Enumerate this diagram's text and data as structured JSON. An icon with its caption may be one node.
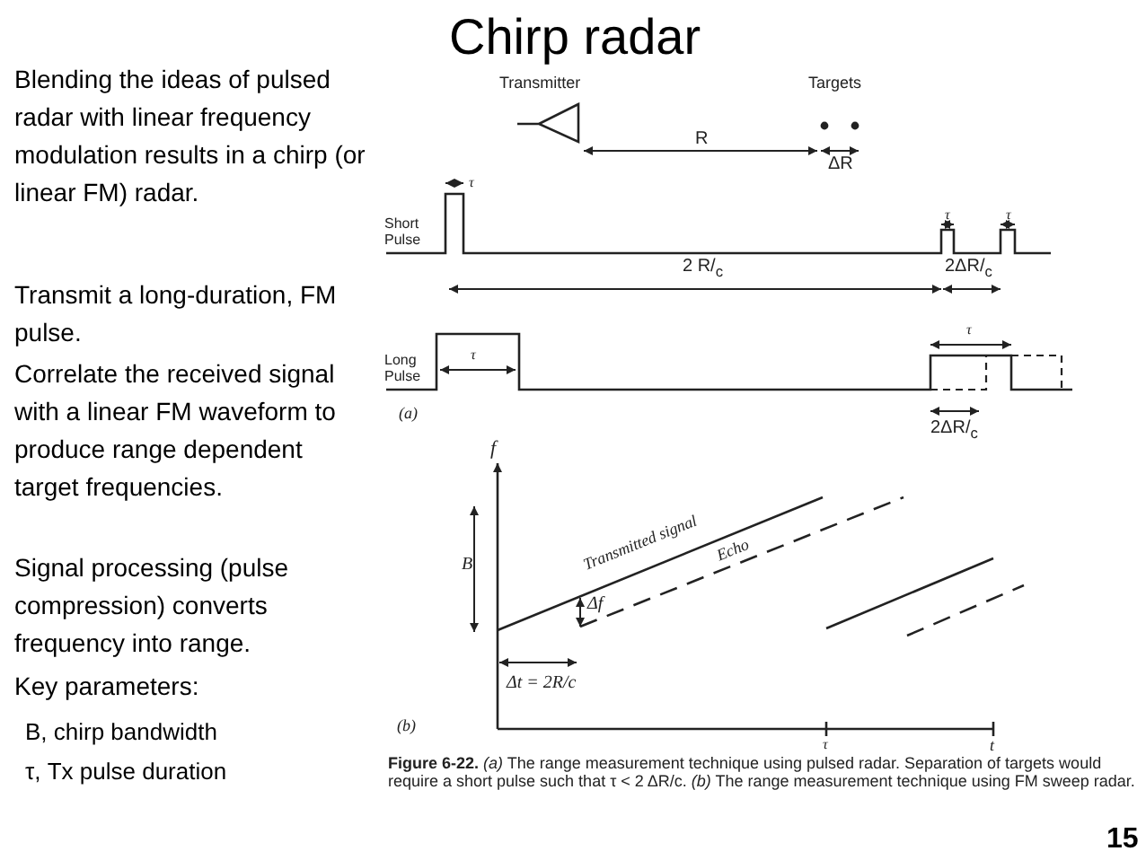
{
  "diagram": {
    "title": "Chirp radar",
    "caption": "**Figure 6-22.** *(a)* The range measurement technique using pulsed radar. Separation of targets would require a short pulse such that τ < 2 ΔR/c. *(b)* The range measurement technique using FM sweep radar.",
    "labels": [
      "Blending the ideas of pulsed radar with linear frequency modulation results in a chirp (or linear FM) radar.",
      "Transmit a long-duration, FM pulse.",
      "Correlate the received signal with a linear FM waveform to produce range dependent target frequencies.",
      "Signal processing (pulse compression) converts frequency into range.",
      "Key parameters:",
      "B, chirp bandwidth",
      "τ, Tx pulse duration",
      "Transmitter",
      "Targets",
      "R",
      "ΔR",
      "τ",
      "Short Pulse",
      "τ",
      "τ",
      "2 R/$_{c}$",
      "2ΔR/$_{c}$",
      "Long Pulse",
      "τ",
      "τ",
      "(a)",
      "2ΔR/$_{c}$",
      "f",
      "B",
      "Transmitted signal",
      "Echo",
      "Δf",
      "Δt = 2R/c",
      "(b)",
      "τ",
      "t",
      "15"
    ]
  }
}
